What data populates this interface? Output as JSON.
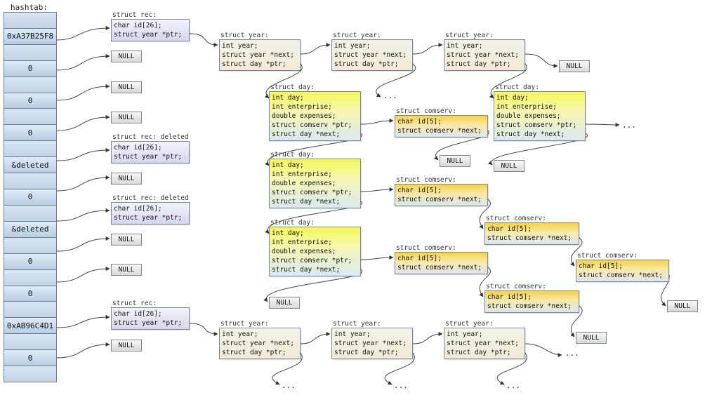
{
  "title": "hashtab:",
  "hashtab": {
    "entries": [
      {
        "value": ""
      },
      {
        "value": "0xA37B25F8"
      },
      {
        "value": ""
      },
      {
        "value": "0"
      },
      {
        "value": ""
      },
      {
        "value": "0"
      },
      {
        "value": ""
      },
      {
        "value": "0"
      },
      {
        "value": ""
      },
      {
        "value": "&deleted"
      },
      {
        "value": ""
      },
      {
        "value": "0"
      },
      {
        "value": ""
      },
      {
        "value": "&deleted"
      },
      {
        "value": ""
      },
      {
        "value": "0"
      },
      {
        "value": ""
      },
      {
        "value": "0"
      },
      {
        "value": ""
      },
      {
        "value": "0xAB96C4D1"
      },
      {
        "value": ""
      },
      {
        "value": "0"
      },
      {
        "value": ""
      }
    ]
  },
  "labels": {
    "struct_rec": "struct rec:",
    "struct_rec_deleted": "struct rec: deleted",
    "struct_year": "struct year:",
    "struct_day": "struct day:",
    "struct_comserv": "struct comserv:",
    "null": "NULL",
    "ellipsis": "..."
  },
  "structs": {
    "rec": [
      "char id[26];",
      "struct year *ptr;"
    ],
    "year": [
      "int year;",
      "struct year *next;",
      "struct day *ptr;"
    ],
    "day": [
      "int day;",
      "int enterprise;",
      "double expenses;",
      "struct comserv *ptr;",
      "struct day *next;"
    ],
    "comserv": [
      "char id[5];",
      "struct comserv *next;"
    ]
  },
  "colors": {
    "cell_blue": "#c9d9ea",
    "rec_lavender": "#dedef2",
    "year_green": "#e8efdc",
    "day_yellow": "#f4f85a",
    "comserv_orange": "#f6d24a",
    "null_gray": "#e4e4e4",
    "arrow": "#444444"
  }
}
